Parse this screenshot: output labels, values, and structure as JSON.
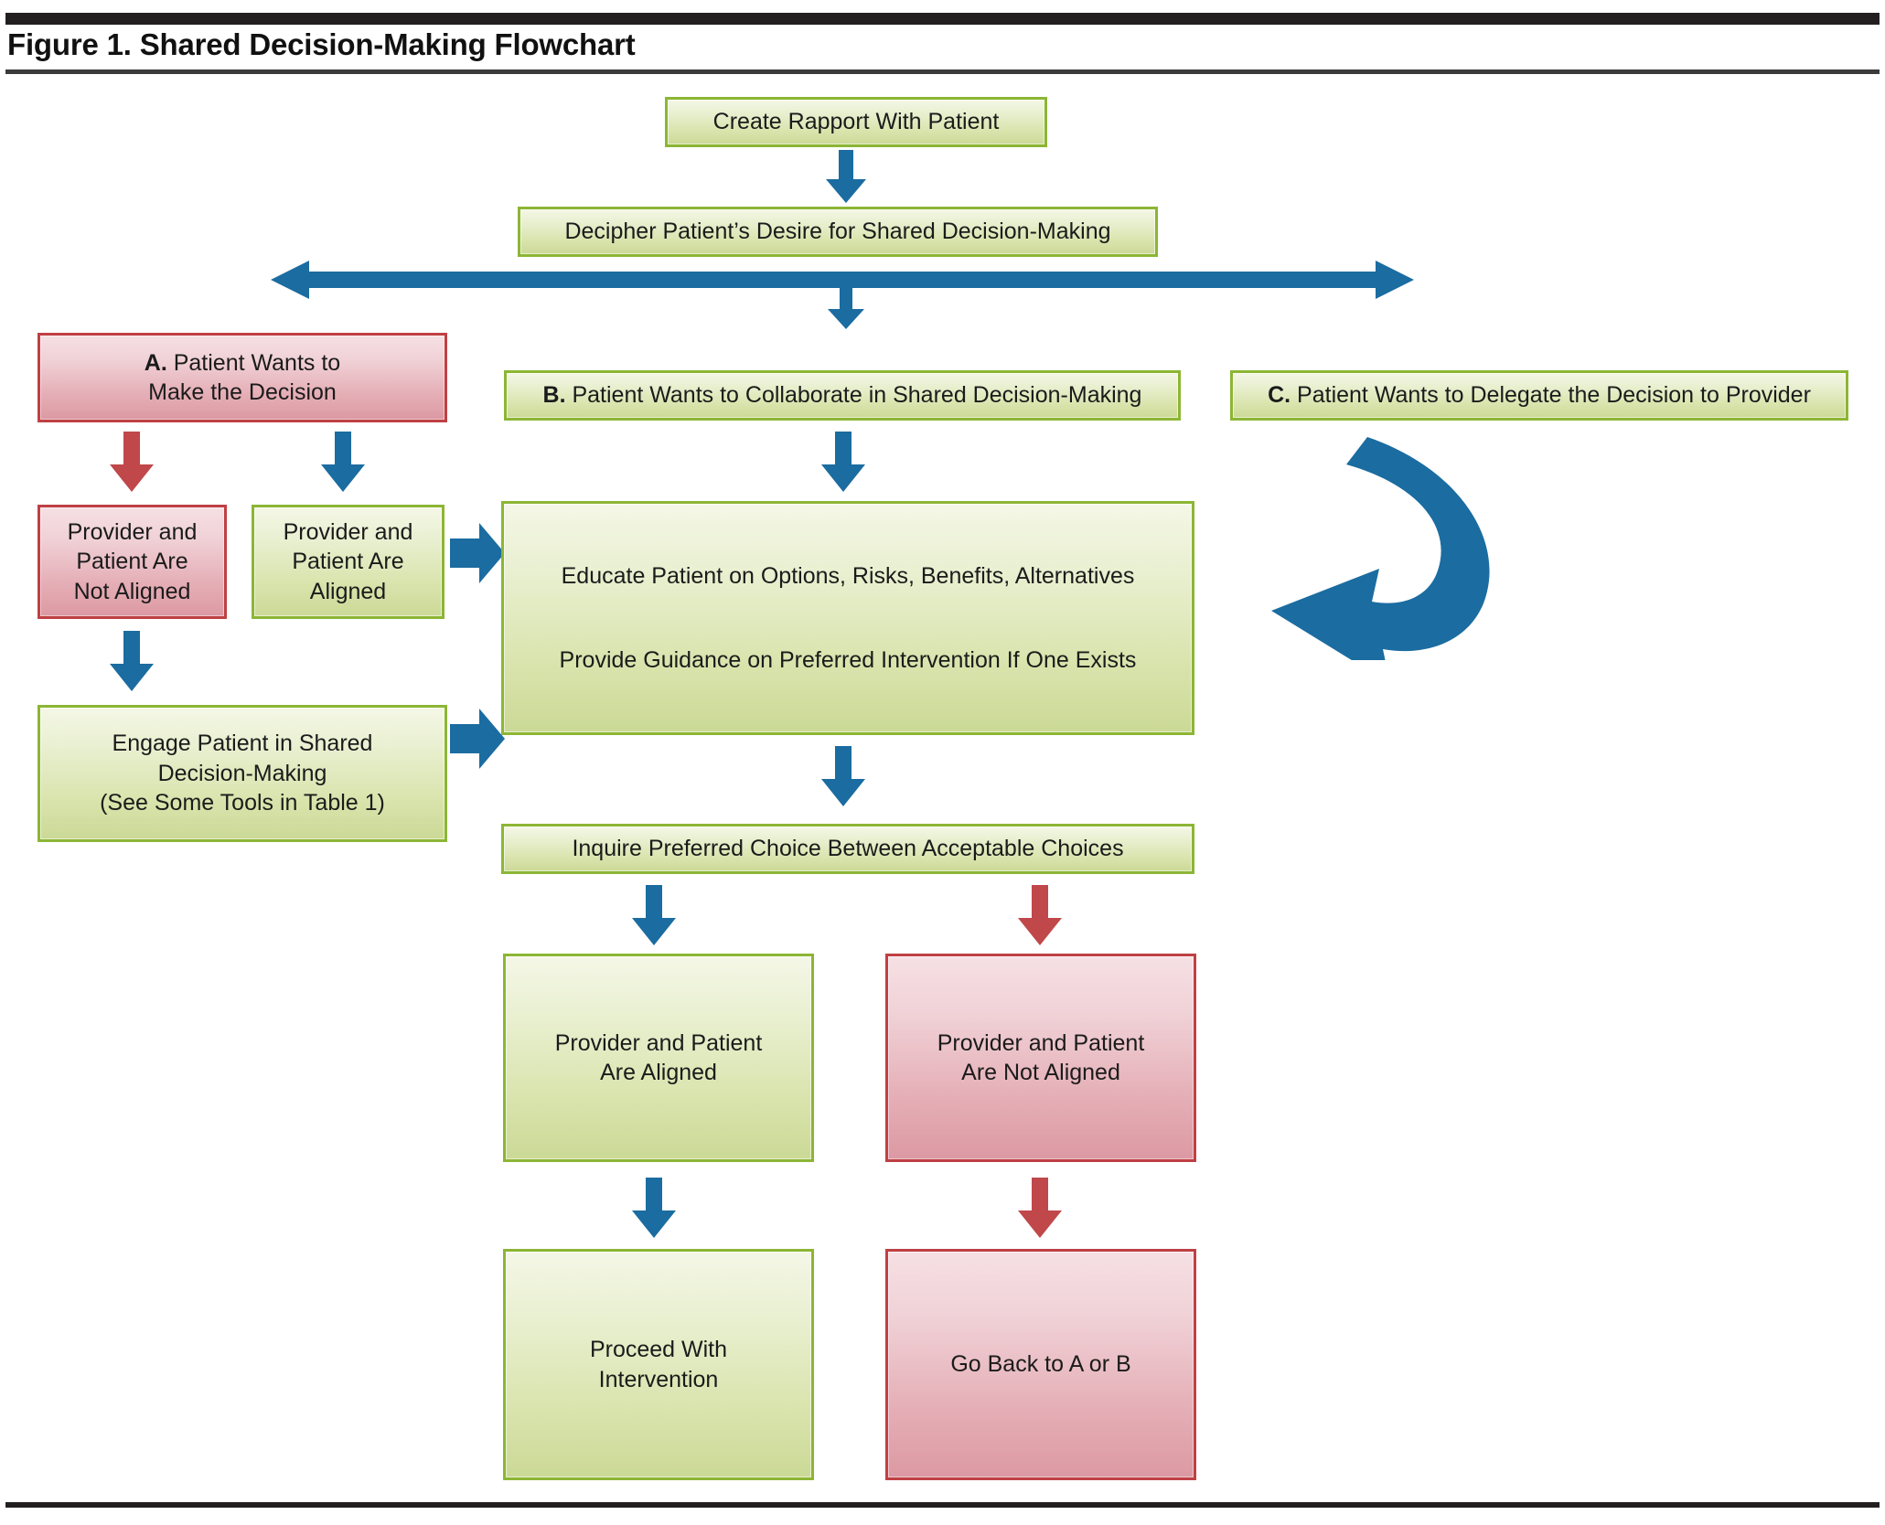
{
  "figure": {
    "title": "Figure 1. Shared Decision-Making Flowchart"
  },
  "colors": {
    "green_border": "#8CB634",
    "green_fill_top": "#F4F7E6",
    "green_fill_bottom": "#CBD996",
    "red_border": "#BF4044",
    "red_fill_top": "#F6E0E3",
    "red_fill_bottom": "#DC99A3",
    "arrow_blue": "#1B6CA0",
    "arrow_red": "#C0474A",
    "rule_black": "#231F20"
  },
  "nodes": {
    "create_rapport": "Create Rapport With Patient",
    "decipher": "Decipher Patient’s Desire for Shared Decision-Making",
    "branch_a_prefix": "A.",
    "branch_a_text": " Patient Wants to\nMake the Decision",
    "branch_b_prefix": "B.",
    "branch_b_text": " Patient Wants to Collaborate in Shared Decision-Making",
    "branch_c_prefix": "C.",
    "branch_c_text": " Patient Wants to Delegate the Decision to Provider",
    "a_not_aligned": "Provider and\nPatient Are\nNot Aligned",
    "a_aligned": "Provider and\nPatient Are\nAligned",
    "engage_patient": "Engage Patient in Shared\nDecision-Making\n(See Some Tools in Table 1)",
    "educate_line1": "Educate Patient on Options, Risks, Benefits, Alternatives",
    "educate_line2": "Provide Guidance on Preferred Intervention If One Exists",
    "inquire": "Inquire Preferred Choice Between Acceptable Choices",
    "b_aligned": "Provider and Patient\nAre Aligned",
    "b_not_aligned": "Provider and Patient\nAre Not Aligned",
    "proceed": "Proceed With\nIntervention",
    "go_back": "Go Back to A or B"
  },
  "arrows": {
    "rapport_to_decipher": "down-arrow-blue",
    "decipher_to_branches": "double-headed-horizontal-arrow-blue",
    "decipher_down": "down-arrow-blue",
    "a_to_not_aligned": "down-arrow-red",
    "a_to_aligned": "down-arrow-blue",
    "b_to_educate": "down-arrow-blue",
    "c_loop": "curved-return-arrow-blue",
    "not_aligned_to_engage": "down-arrow-blue",
    "aligned_to_educate": "right-arrow-blue",
    "engage_to_educate": "right-arrow-blue",
    "educate_to_inquire": "down-arrow-blue",
    "inquire_to_aligned": "down-arrow-blue",
    "inquire_to_not_aligned": "down-arrow-red",
    "aligned_to_proceed": "down-arrow-blue",
    "not_aligned_to_goback": "down-arrow-red"
  }
}
